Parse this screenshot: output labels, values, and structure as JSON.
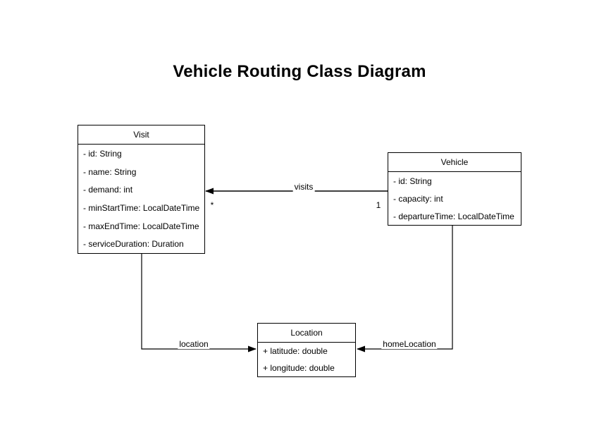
{
  "diagram": {
    "title": "Vehicle Routing Class Diagram"
  },
  "classes": {
    "visit": {
      "name": "Visit",
      "attributes": [
        "- id: String",
        "- name: String",
        "- demand: int",
        "- minStartTime: LocalDateTime",
        "- maxEndTime: LocalDateTime",
        "- serviceDuration: Duration"
      ]
    },
    "vehicle": {
      "name": "Vehicle",
      "attributes": [
        "- id: String",
        "- capacity: int",
        "- departureTime: LocalDateTime"
      ]
    },
    "location": {
      "name": "Location",
      "attributes": [
        "+ latitude: double",
        "+ longitude: double"
      ]
    }
  },
  "relations": {
    "visits": {
      "label": "visits",
      "source_multiplicity": "1",
      "target_multiplicity": "*"
    },
    "location": {
      "label": "location"
    },
    "home_location": {
      "label": "homeLocation"
    }
  },
  "colors": {
    "background": "#ffffff",
    "box_fill": "#ffffff",
    "box_border": "#000000",
    "line": "#000000",
    "text": "#000000"
  }
}
